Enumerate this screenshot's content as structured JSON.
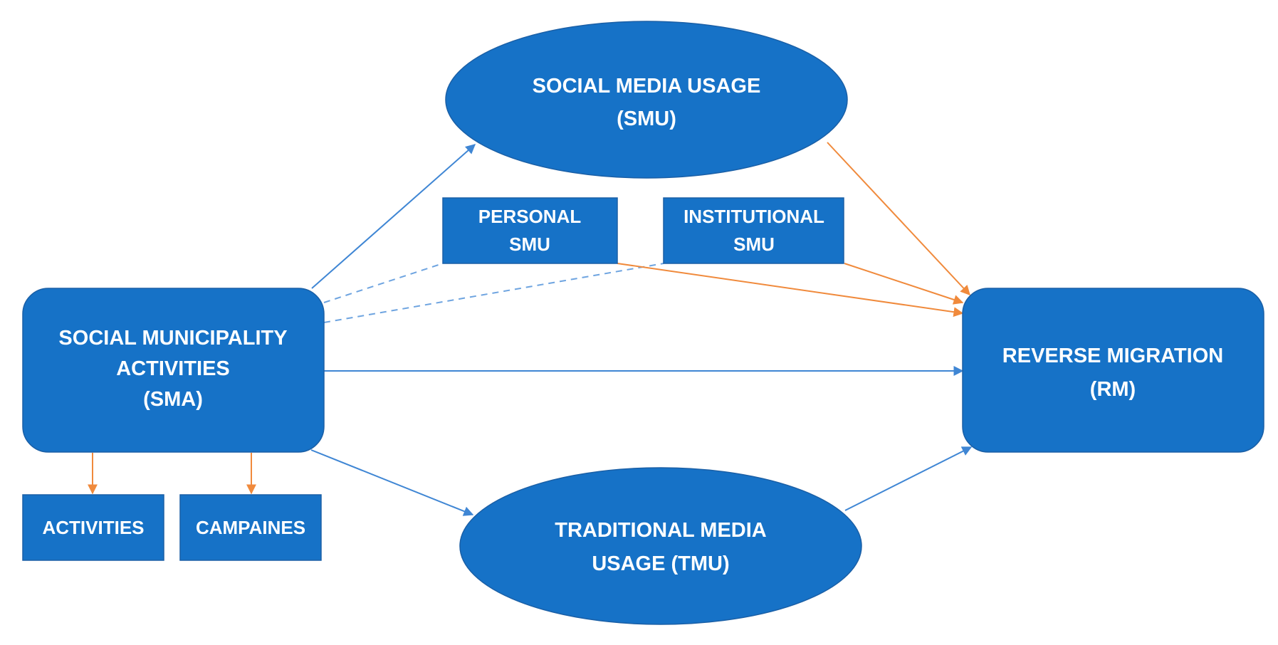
{
  "nodes": {
    "sma": {
      "lines": [
        "SOCIAL MUNICIPALITY",
        "ACTIVITIES",
        "(SMA)"
      ]
    },
    "smu": {
      "lines": [
        "SOCIAL MEDIA USAGE",
        "(SMU)"
      ]
    },
    "tmu": {
      "lines": [
        "TRADITIONAL MEDIA",
        "USAGE (TMU)"
      ]
    },
    "rm": {
      "lines": [
        "REVERSE MIGRATION",
        "(RM)"
      ]
    },
    "personal_smu": {
      "lines": [
        "PERSONAL",
        "SMU"
      ]
    },
    "institutional_smu": {
      "lines": [
        "INSTITUTIONAL",
        "SMU"
      ]
    },
    "activities": {
      "lines": [
        "ACTIVITIES"
      ]
    },
    "campaines": {
      "lines": [
        "CAMPAINES"
      ]
    }
  },
  "colors": {
    "node_fill": "#1672c7",
    "edge_blue": "#3f86d4",
    "edge_orange": "#f08a3c"
  }
}
